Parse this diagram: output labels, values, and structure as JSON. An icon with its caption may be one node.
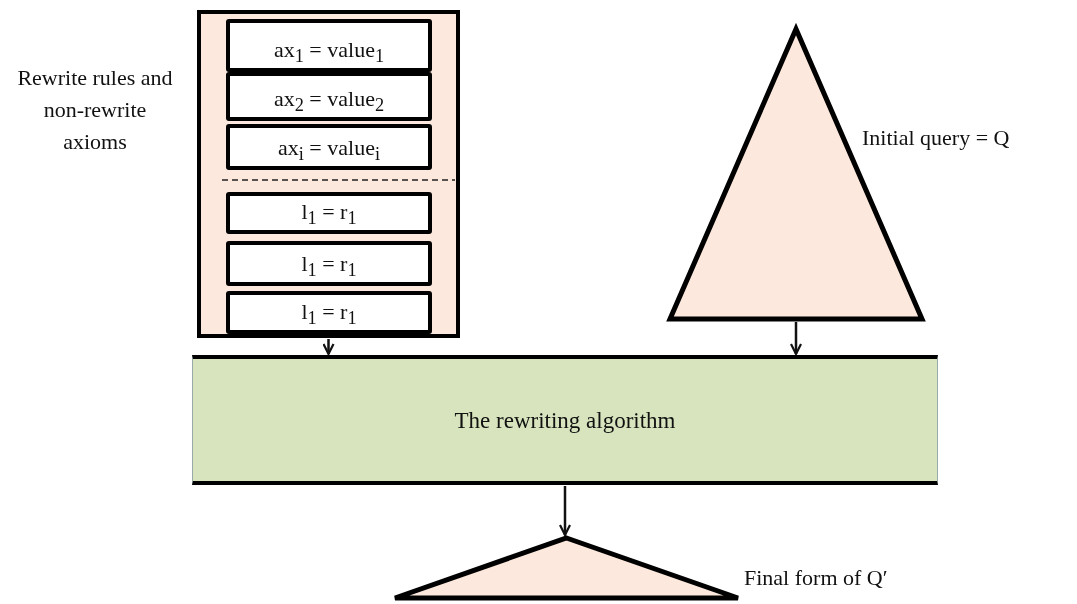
{
  "diagram": {
    "nodes": [
      {
        "text": [],
        "shape": "box",
        "beside": [
          "Rewrite rules and non-rewrite axioms"
        ]
      },
      {
        "text": [
          "ax$_{1}$ = value$_{1}$"
        ],
        "in": 0
      },
      {
        "text": [
          "ax$_{2}$ = value$_{2}$"
        ],
        "in": 0
      },
      {
        "text": [
          "ax$_{i}$ = value$_{i}$"
        ],
        "in": 0
      },
      {
        "text": [
          "l$_{1}$ = r$_{1}$"
        ],
        "in": 0
      },
      {
        "text": [
          "l$_{1}$ = r$_{1}$"
        ],
        "in": 0
      },
      {
        "text": [
          "l$_{1}$ = r$_{1}$"
        ],
        "in": 0
      },
      {
        "text": [],
        "shape": "triangle",
        "beside": [
          "Initial query = Q"
        ]
      },
      {
        "text": [
          "The rewriting algorithm"
        ]
      },
      {
        "text": [],
        "shape": "triangle",
        "beside": [
          "Final form of Q′"
        ]
      }
    ],
    "edges": [
      {
        "from": 0,
        "to": 8,
        "arrow": "to"
      },
      {
        "from": 7,
        "to": 8,
        "arrow": "to"
      },
      {
        "from": 8,
        "to": 9,
        "arrow": "to"
      }
    ]
  }
}
